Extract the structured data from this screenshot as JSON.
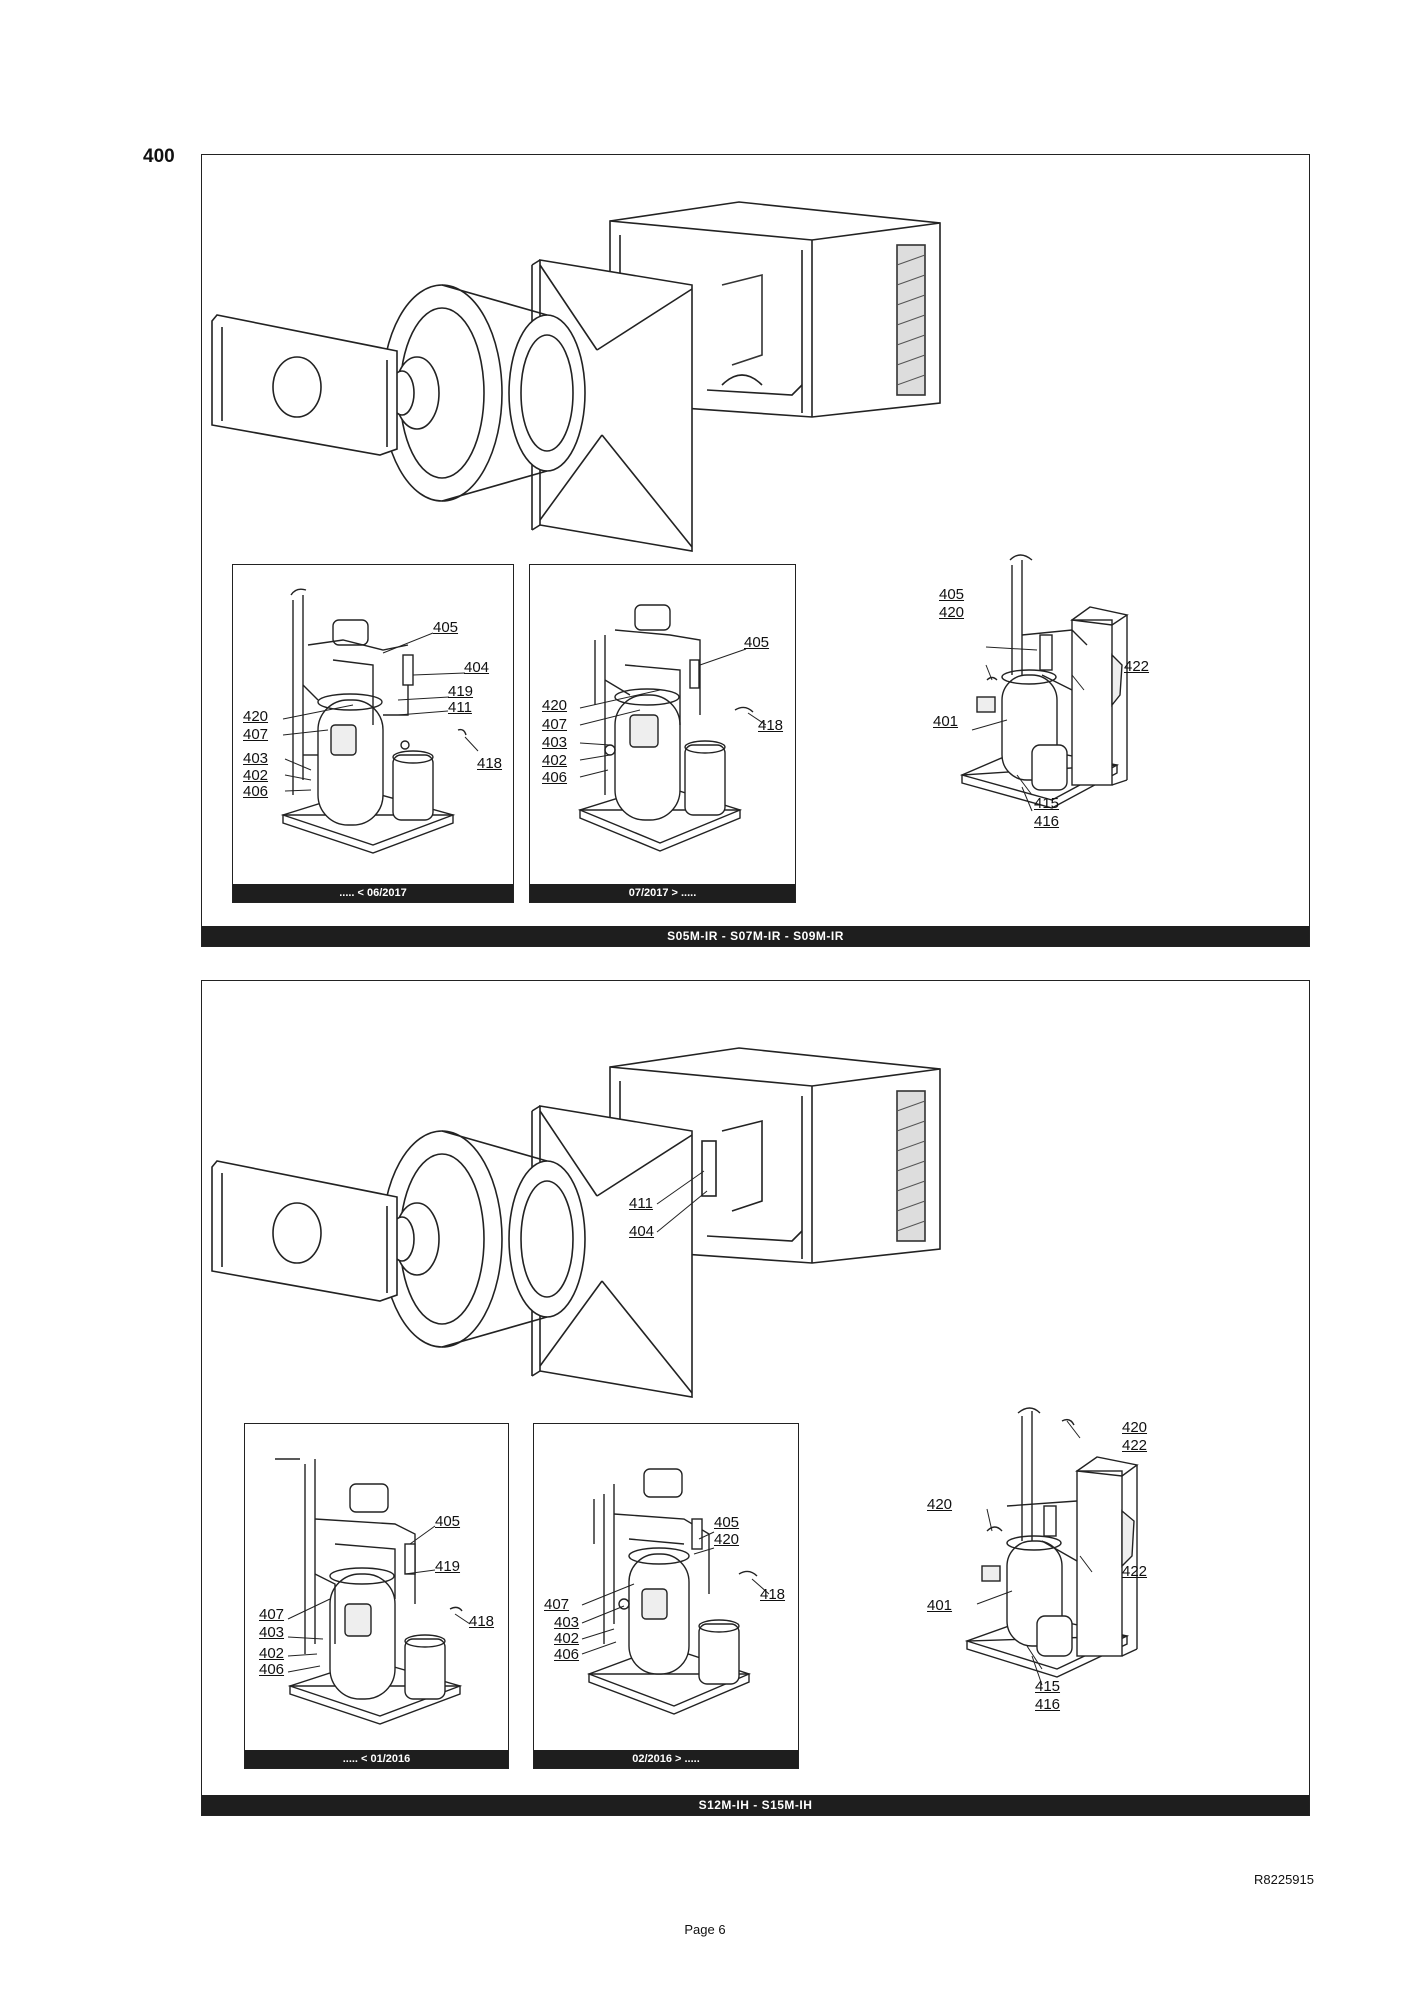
{
  "section": "400",
  "panels": [
    {
      "model_label": "S05M-IR - S07M-IR - S09M-IR",
      "insets": [
        {
          "date_label": "..... < 06/2017",
          "parts": [
            "405",
            "404",
            "419",
            "411",
            "420",
            "407",
            "403",
            "402",
            "406",
            "418"
          ]
        },
        {
          "date_label": "07/2017 > .....",
          "parts": [
            "405",
            "420",
            "407",
            "403",
            "402",
            "406",
            "418"
          ]
        }
      ],
      "assembly_parts": [
        "405",
        "420",
        "422",
        "401",
        "415",
        "416"
      ]
    },
    {
      "model_label": "S12M-IH - S15M-IH",
      "unit_parts": [
        "411",
        "404"
      ],
      "insets": [
        {
          "date_label": "..... < 01/2016",
          "parts": [
            "405",
            "419",
            "407",
            "403",
            "402",
            "406",
            "418"
          ]
        },
        {
          "date_label": "02/2016 > .....",
          "parts": [
            "405",
            "420",
            "407",
            "403",
            "402",
            "406",
            "418"
          ]
        }
      ],
      "assembly_parts": [
        "420",
        "422",
        "420",
        "422",
        "401",
        "415",
        "416"
      ]
    }
  ],
  "footer": {
    "doc_ref": "R8225915",
    "page": "Page 6"
  }
}
